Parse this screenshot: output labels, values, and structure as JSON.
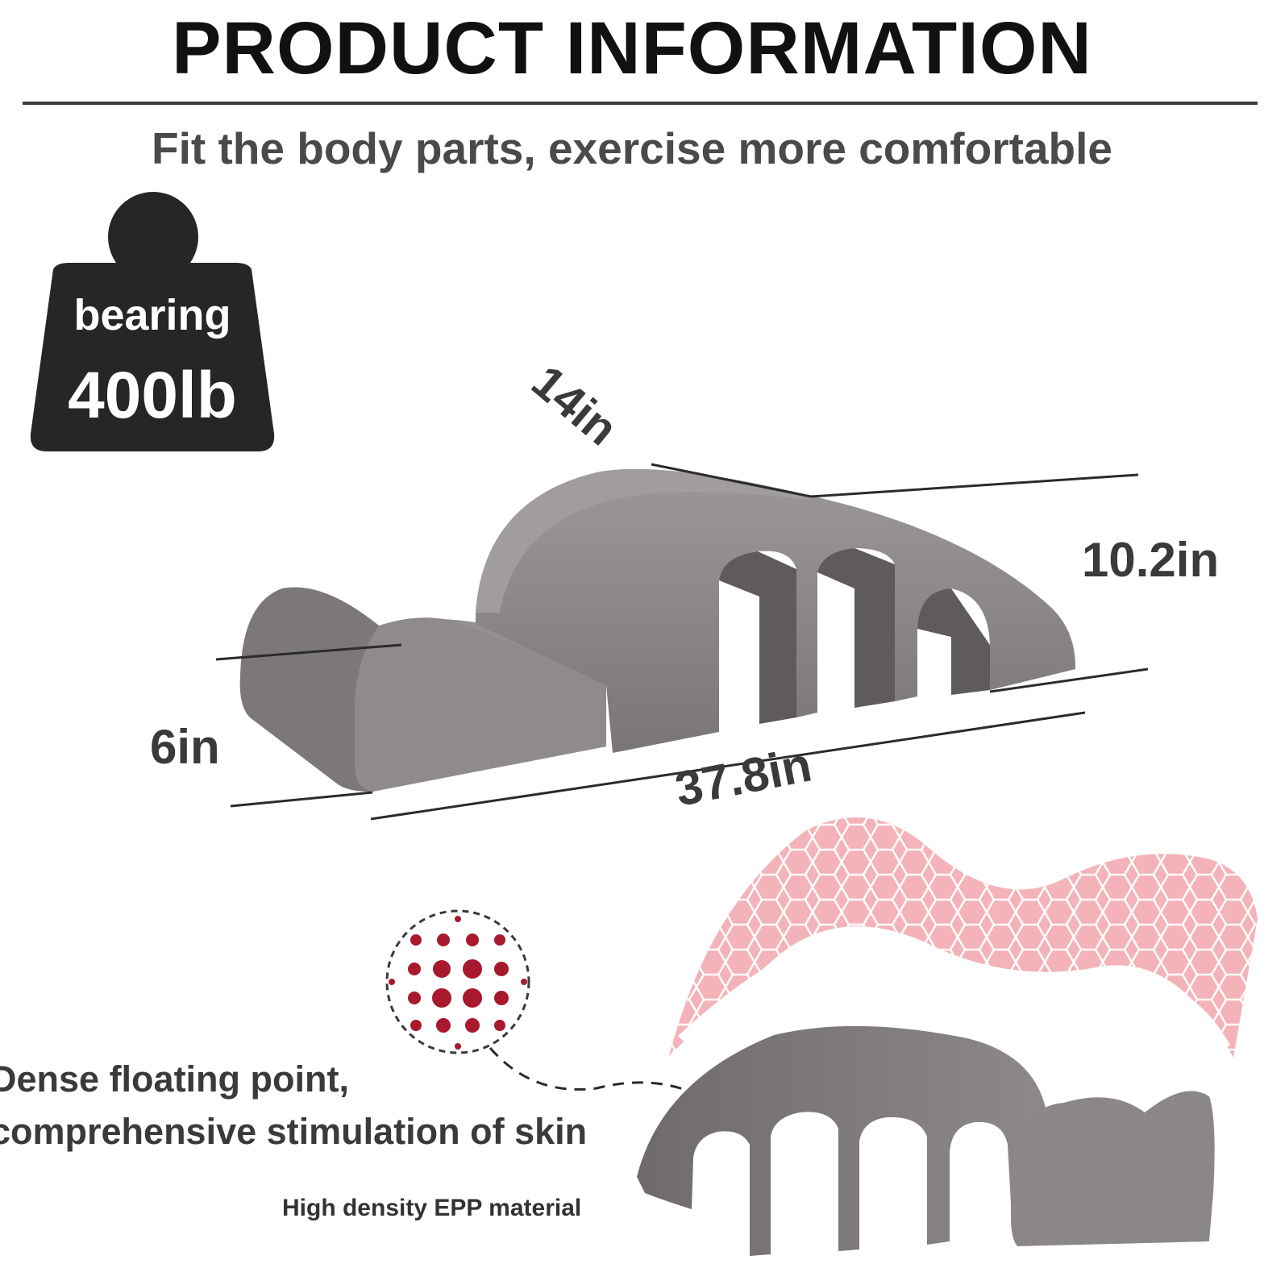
{
  "header": {
    "title": "PRODUCT INFORMATION",
    "subtitle": "Fit the body parts, exercise more comfortable"
  },
  "weight_badge": {
    "line1": "bearing",
    "line2": "400lb",
    "icon": "weight-icon"
  },
  "dimensions": {
    "depth": "14in",
    "height": "10.2in",
    "width": "6in",
    "length": "37.8in"
  },
  "features": {
    "caption_line1": "Dense floating point,",
    "caption_line2": "comprehensive stimulation of skin",
    "material": "High density EPP material"
  },
  "colors": {
    "foam": "#8e8a8b",
    "foam_dark": "#6e6a6b",
    "badge": "#262626",
    "dots": "#a8192e",
    "hex_pink": "#f4b3b8"
  }
}
